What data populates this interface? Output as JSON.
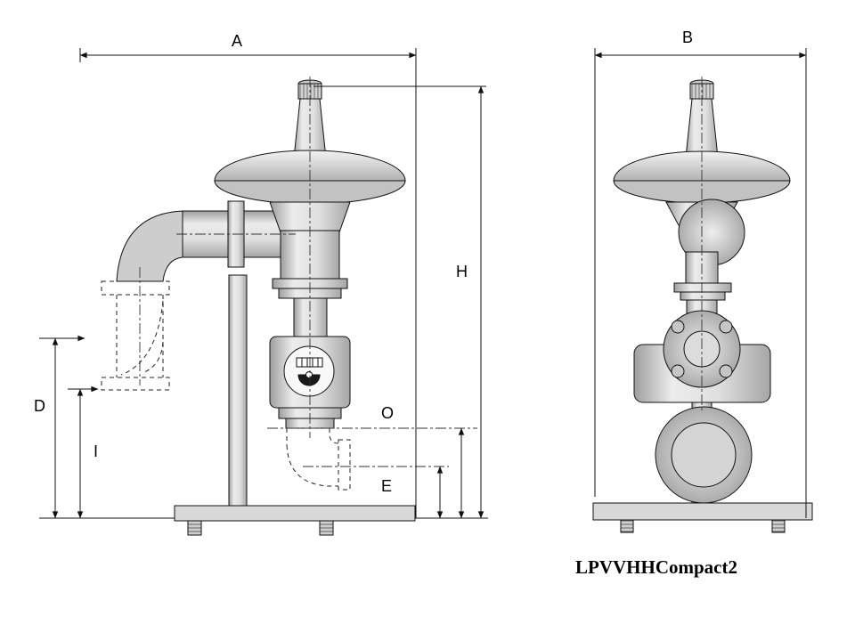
{
  "drawing": {
    "title": "LPVVHHCompact2",
    "labels": {
      "A": "A",
      "B": "B",
      "H": "H",
      "D": "D",
      "I": "I",
      "O": "O",
      "E": "E"
    },
    "colors": {
      "line": "#111111",
      "metal_light": "#ececec",
      "metal_dark": "#a0a0a0",
      "background": "#ffffff"
    }
  }
}
